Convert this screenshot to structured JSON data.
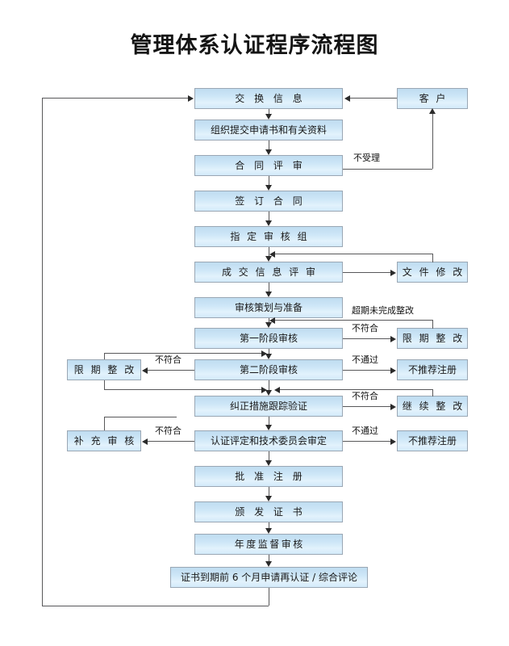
{
  "title": "管理体系认证程序流程图",
  "nodes": {
    "exchange_info": "交 换 信 息",
    "customer": "客  户",
    "submit_application": "组织提交申请书和有关资料",
    "contract_review": "合 同 评 审",
    "sign_contract": "签 订 合 同",
    "assign_audit_team": "指 定 审 核 组",
    "deal_info_review": "成 交 信 息 评 审",
    "document_revision": "文 件 修 改",
    "audit_planning": "审核策划与准备",
    "stage_one_audit": "第一阶段审核",
    "rectify_deadline_right": "限 期 整 改",
    "rectify_deadline_left": "限 期 整 改",
    "stage_two_audit": "第二阶段审核",
    "not_recommend_register_1": "不推荐注册",
    "corrective_followup": "纠正措施跟踪验证",
    "continue_rectify": "继 续 整 改",
    "supplementary_audit": "补 充 审 核",
    "certification_committee": "认证评定和技术委员会审定",
    "approve_registration": "批 准 注 册",
    "issue_certificate": "颁 发 证 书",
    "annual_surveillance": "年度监督审核",
    "recertification": "证书到期前 6 个月申请再认证 / 综合评论"
  },
  "edge_labels": {
    "not_accepted": "不受理",
    "overdue_unfinished": "超期未完成整改",
    "nonconforming_stage1": "不符合",
    "nonconforming_stage2": "不符合",
    "not_passed_stage2": "不通过",
    "nonconforming_followup": "不符合",
    "nonconforming_committee": "不符合",
    "not_passed_committee": "不通过"
  },
  "colors": {
    "node_fill_top": "#bfdcf0",
    "node_fill_bottom": "#d3eafa",
    "node_border": "#9aa7b4",
    "line": "#58585a",
    "arrow": "#2b2b2b",
    "text": "#1a1a1a",
    "background": "#ffffff"
  }
}
